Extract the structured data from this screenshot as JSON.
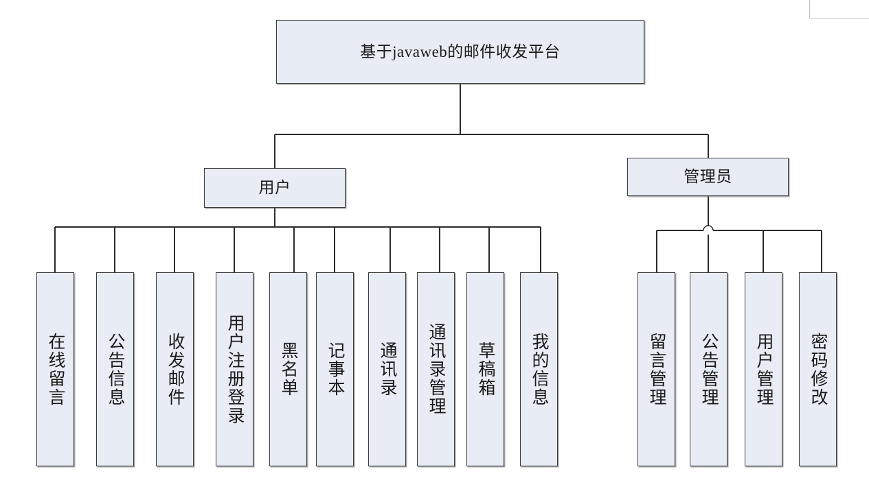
{
  "diagram": {
    "title": "基于javaweb的邮件收发平台",
    "type": "hierarchical-tree",
    "style": {
      "node_fill": "#e8ecf5",
      "node_border": "#3a3a3a",
      "connector_color": "#2b2b2b",
      "background": "#ffffff"
    },
    "root": {
      "label": "基于javaweb的邮件收发平台"
    },
    "branches": [
      {
        "label": "用户",
        "children": [
          {
            "label": "在线留言"
          },
          {
            "label": "公告信息"
          },
          {
            "label": "收发邮件"
          },
          {
            "label": "用户注册登录"
          },
          {
            "label": "黑名单"
          },
          {
            "label": "记事本"
          },
          {
            "label": "通讯录"
          },
          {
            "label": "通讯录管理"
          },
          {
            "label": "草稿箱"
          },
          {
            "label": "我的信息"
          }
        ]
      },
      {
        "label": "管理员",
        "children": [
          {
            "label": "留言管理"
          },
          {
            "label": "公告管理"
          },
          {
            "label": "用户管理"
          },
          {
            "label": "密码修改"
          }
        ]
      }
    ]
  }
}
